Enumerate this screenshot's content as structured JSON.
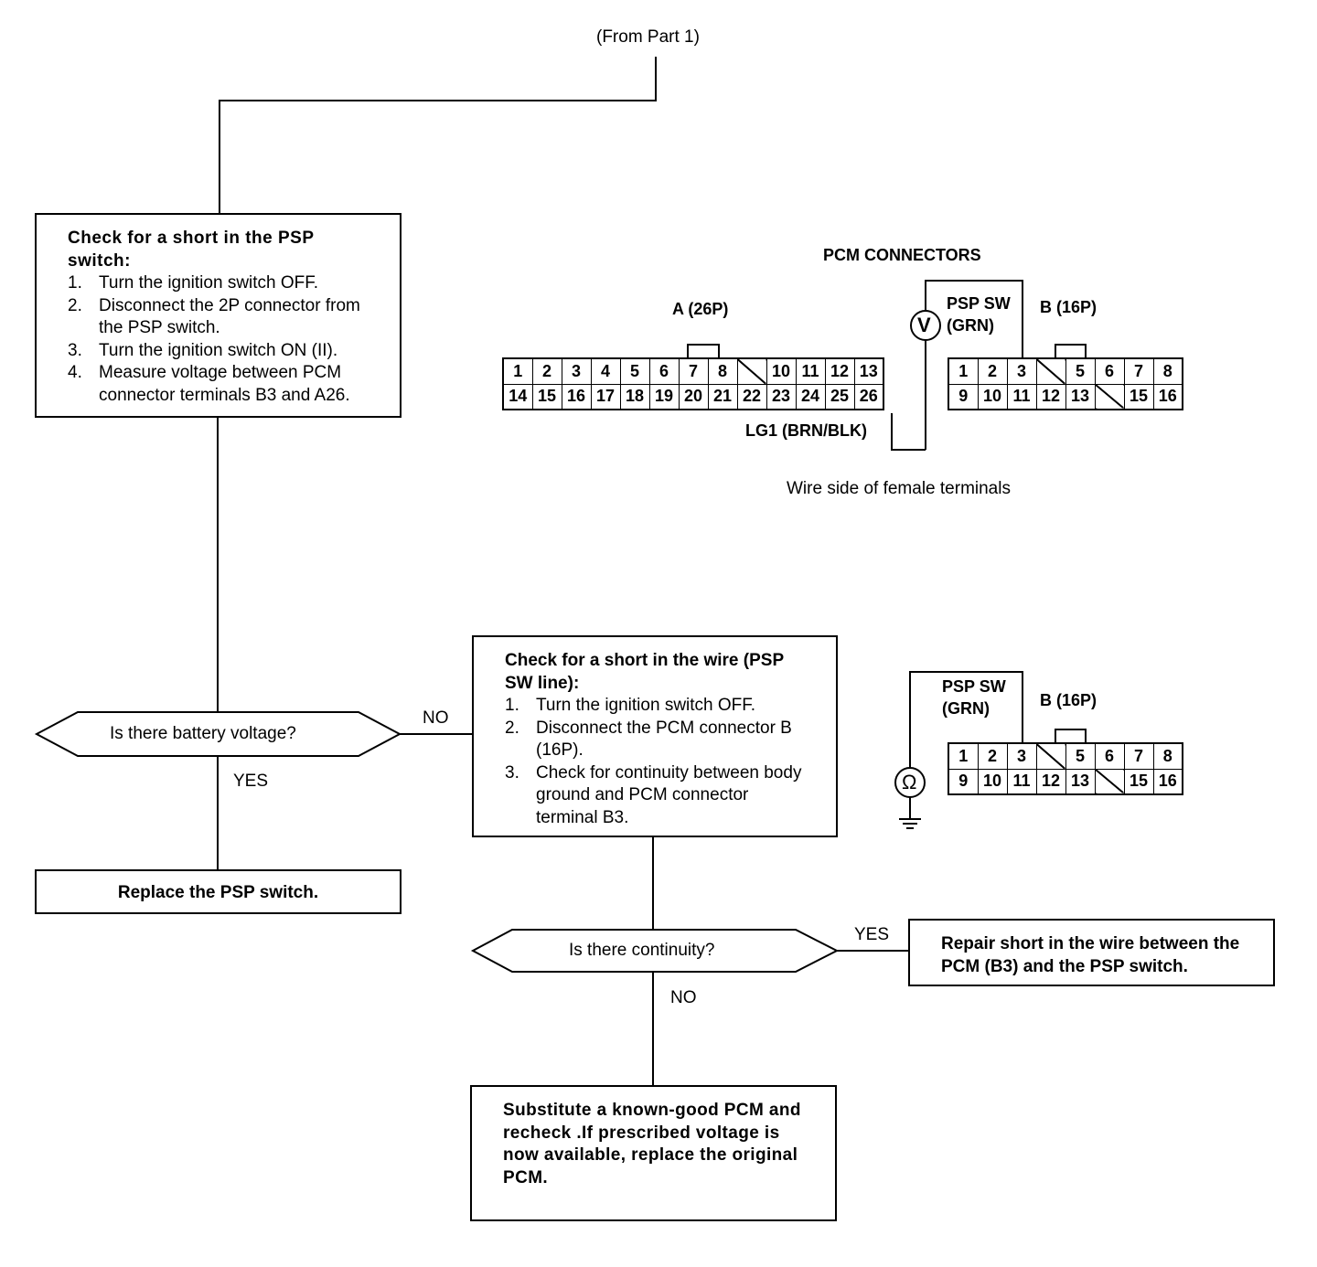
{
  "from_part": "(From Part 1)",
  "box1": {
    "title": "Check for a short in the PSP switch:",
    "steps": [
      {
        "n": "1.",
        "text": "Turn the ignition switch OFF."
      },
      {
        "n": "2.",
        "text": "Disconnect the 2P connector from the PSP switch."
      },
      {
        "n": "3.",
        "text": "Turn the ignition switch ON (II)."
      },
      {
        "n": "4.",
        "text": "Measure voltage between PCM connector terminals B3 and A26."
      }
    ]
  },
  "decision1": {
    "question": "Is there battery voltage?",
    "yes": "YES",
    "no": "NO"
  },
  "result1": "Replace the PSP switch.",
  "box2": {
    "title": "Check for a short in the wire (PSP SW line):",
    "steps": [
      {
        "n": "1.",
        "text": "Turn the ignition switch OFF."
      },
      {
        "n": "2.",
        "text": "Disconnect the PCM connector B (16P)."
      },
      {
        "n": "3.",
        "text": "Check for continuity between body ground and PCM connector terminal B3."
      }
    ]
  },
  "decision2": {
    "question": "Is there continuity?",
    "yes": "YES",
    "no": "NO"
  },
  "repair": "Repair short in the wire between the PCM (B3) and the PSP switch.",
  "substitute": "Substitute a known-good PCM and recheck .If prescribed voltage is now available, replace the original PCM.",
  "diagram1": {
    "title": "PCM CONNECTORS",
    "connector_a_label": "A (26P)",
    "connector_b_label": "B (16P)",
    "psp_sw_label": "PSP SW",
    "psp_sw_wire": "(GRN)",
    "lg1_label": "LG1 (BRN/BLK)",
    "meter_symbol": "V",
    "caption": "Wire side of female terminals"
  },
  "diagram2": {
    "psp_sw_label": "PSP SW",
    "psp_sw_wire": "(GRN)",
    "connector_b_label": "B (16P)",
    "meter_symbol": "Ω"
  },
  "connector_a": {
    "row1": [
      "1",
      "2",
      "3",
      "4",
      "5",
      "6",
      "7",
      "8",
      "",
      "10",
      "11",
      "12",
      "13"
    ],
    "row2": [
      "14",
      "15",
      "16",
      "17",
      "18",
      "19",
      "20",
      "21",
      "22",
      "23",
      "24",
      "25",
      "26"
    ]
  },
  "connector_b": {
    "row1": [
      "1",
      "2",
      "3",
      "",
      "5",
      "6",
      "7",
      "8"
    ],
    "row2": [
      "9",
      "10",
      "11",
      "12",
      "13",
      "",
      "15",
      "16"
    ]
  }
}
